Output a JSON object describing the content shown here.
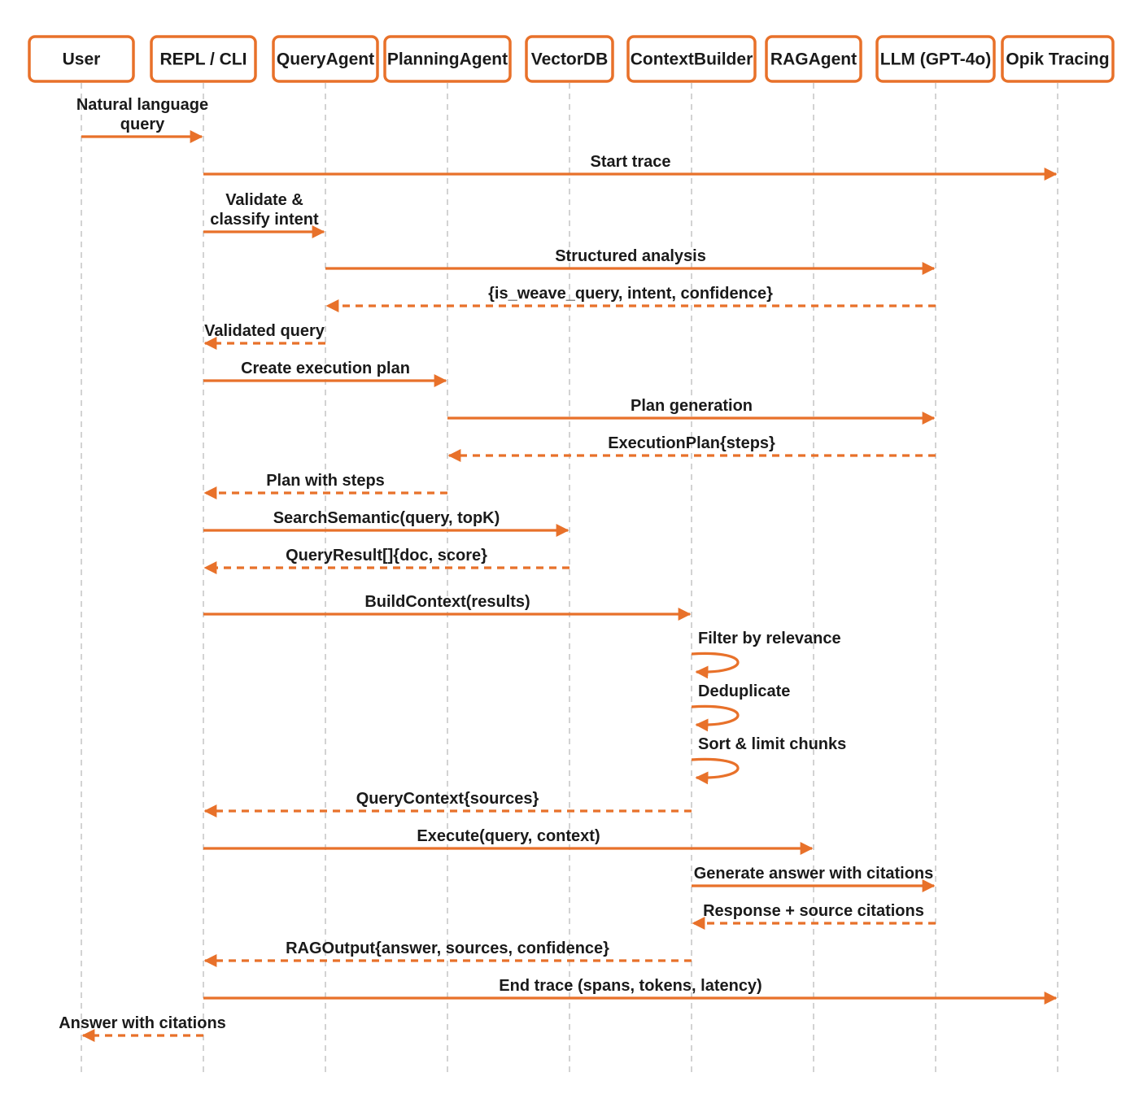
{
  "colors": {
    "accent": "#e8712a",
    "lifeline": "#c8c8c8",
    "text": "#1a1a1a",
    "box_fill": "#ffffff"
  },
  "participants": [
    {
      "id": "user",
      "label": "User"
    },
    {
      "id": "repl",
      "label": "REPL / CLI"
    },
    {
      "id": "query",
      "label": "QueryAgent"
    },
    {
      "id": "planning",
      "label": "PlanningAgent"
    },
    {
      "id": "vectordb",
      "label": "VectorDB"
    },
    {
      "id": "context",
      "label": "ContextBuilder"
    },
    {
      "id": "rag",
      "label": "RAGAgent"
    },
    {
      "id": "llm",
      "label": "LLM (GPT-4o)"
    },
    {
      "id": "opik",
      "label": "Opik Tracing"
    }
  ],
  "messages": [
    {
      "from": "user",
      "to": "repl",
      "label": "Natural language\nquery",
      "style": "solid"
    },
    {
      "from": "repl",
      "to": "opik",
      "label": "Start trace",
      "style": "solid"
    },
    {
      "from": "repl",
      "to": "query",
      "label": "Validate &\nclassify intent",
      "style": "solid"
    },
    {
      "from": "query",
      "to": "llm",
      "label": "Structured analysis",
      "style": "solid"
    },
    {
      "from": "llm",
      "to": "query",
      "label": "{is_weave_query, intent, confidence}",
      "style": "dashed"
    },
    {
      "from": "query",
      "to": "repl",
      "label": "Validated query",
      "style": "dashed"
    },
    {
      "from": "repl",
      "to": "planning",
      "label": "Create execution plan",
      "style": "solid"
    },
    {
      "from": "planning",
      "to": "llm",
      "label": "Plan generation",
      "style": "solid"
    },
    {
      "from": "llm",
      "to": "planning",
      "label": "ExecutionPlan{steps}",
      "style": "dashed"
    },
    {
      "from": "planning",
      "to": "repl",
      "label": "Plan with steps",
      "style": "dashed"
    },
    {
      "from": "repl",
      "to": "vectordb",
      "label": "SearchSemantic(query, topK)",
      "style": "solid"
    },
    {
      "from": "vectordb",
      "to": "repl",
      "label": "QueryResult[]{doc, score}",
      "style": "dashed"
    },
    {
      "from": "repl",
      "to": "context",
      "label": "BuildContext(results)",
      "style": "solid"
    },
    {
      "from": "context",
      "to": "context",
      "label": "Filter by relevance",
      "style": "self"
    },
    {
      "from": "context",
      "to": "context",
      "label": "Deduplicate",
      "style": "self"
    },
    {
      "from": "context",
      "to": "context",
      "label": "Sort & limit chunks",
      "style": "self"
    },
    {
      "from": "context",
      "to": "repl",
      "label": "QueryContext{sources}",
      "style": "dashed"
    },
    {
      "from": "repl",
      "to": "rag",
      "label": "Execute(query, context)",
      "style": "solid"
    },
    {
      "from": "context",
      "to": "llm",
      "label": "Generate answer with citations",
      "style": "solid"
    },
    {
      "from": "llm",
      "to": "context",
      "label": "Response + source citations",
      "style": "dashed"
    },
    {
      "from": "context",
      "to": "repl",
      "label": "RAGOutput{answer, sources, confidence}",
      "style": "dashed"
    },
    {
      "from": "repl",
      "to": "opik",
      "label": "End trace (spans, tokens, latency)",
      "style": "solid"
    },
    {
      "from": "repl",
      "to": "user",
      "label": "Answer with citations",
      "style": "dashed"
    }
  ]
}
